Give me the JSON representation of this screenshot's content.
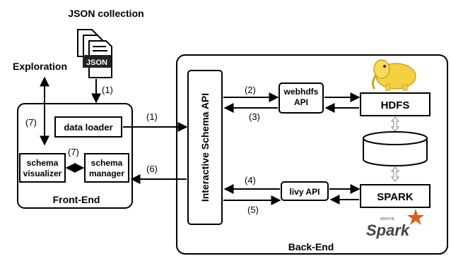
{
  "diagram": {
    "json_collection_title": "JSON collection",
    "json_file_label": "JSON",
    "exploration_label": "Exploration",
    "front_end": {
      "title": "Front-End",
      "data_loader": "data loader",
      "schema_visualizer": [
        "schema",
        "visualizer"
      ],
      "schema_manager": [
        "schema",
        "manager"
      ]
    },
    "back_end": {
      "title": "Back-End",
      "interactive_schema_api": "Interactive Schema API",
      "webhdfs_api": [
        "webhdfs",
        "API"
      ],
      "livy_api": "livy API",
      "hdfs": "HDFS",
      "spark": "SPARK",
      "spark_logo": {
        "tagline": "APACHE",
        "word": "Spark",
        "color": "#e25a1c"
      },
      "hadoop_logo": {
        "color": "#f5d142",
        "icon": "hadoop-elephant-icon"
      },
      "storage_icon": "database-cylinder-icon"
    },
    "steps": {
      "s1_json": "(1)",
      "s1_loader": "(1)",
      "s2": "(2)",
      "s3": "(3)",
      "s4": "(4)",
      "s5": "(5)",
      "s6": "(6)",
      "s7_explore": "(7)",
      "s7_internal": "(7)"
    }
  }
}
